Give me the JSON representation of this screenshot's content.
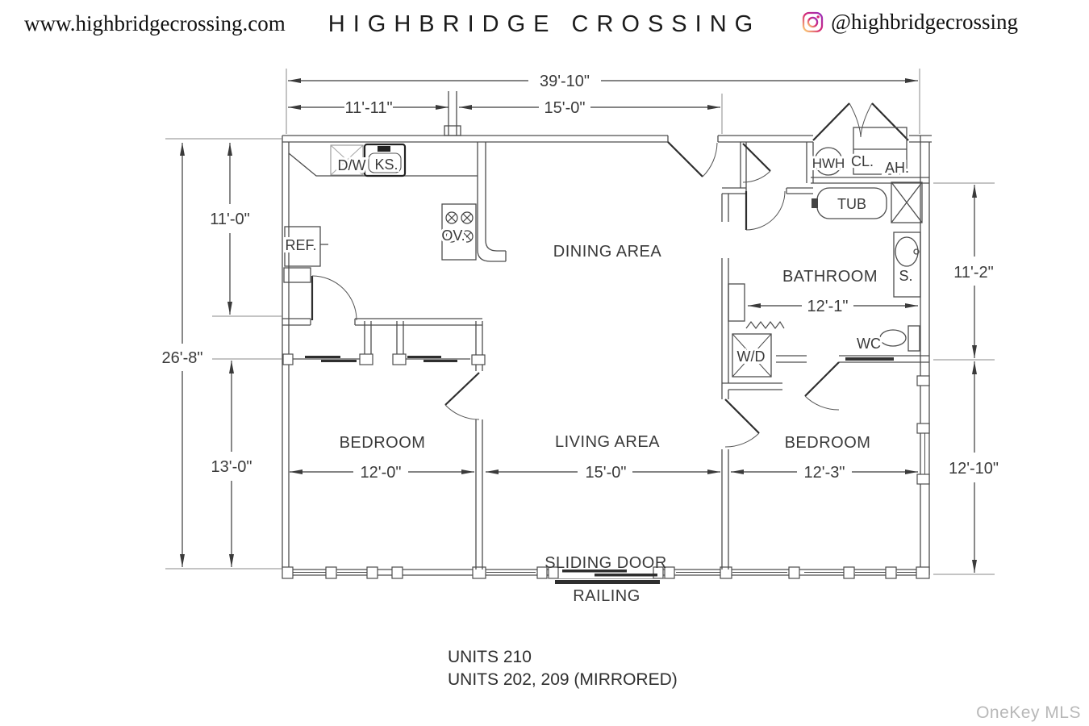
{
  "header": {
    "website": "www.highbridgecrossing.com",
    "brand": "HIGHBRIDGE CROSSING",
    "instagram_handle": "@highbridgecrossing"
  },
  "plan": {
    "rooms": {
      "dining": "DINING AREA",
      "bathroom": "BATHROOM",
      "bedroom_left": "BEDROOM",
      "living": "LIVING AREA",
      "bedroom_right": "BEDROOM"
    },
    "fixtures": {
      "dishwasher": "D/W",
      "kitchen_sink": "KS.",
      "refrigerator": "REF.",
      "oven": "OV.",
      "water_heater": "HWH",
      "closet": "CL.",
      "air_handler": "AH.",
      "tub": "TUB",
      "sink": "S.",
      "toilet": "WC",
      "washer_dryer": "W/D"
    },
    "features": {
      "sliding_door": "SLIDING DOOR",
      "railing": "RAILING"
    },
    "dims": {
      "total_width": "39'-10\"",
      "kitchen_width": "11'-11\"",
      "dining_width": "15'-0\"",
      "total_depth": "26'-8\"",
      "kitchen_depth": "11'-0\"",
      "bedroom_left_depth": "13'-0\"",
      "bath_zone_depth": "11'-2\"",
      "bedroom_right_depth": "12'-10\"",
      "bathroom_width": "12'-1\"",
      "bedroom_left_width": "12'-0\"",
      "living_width": "15'-0\"",
      "bedroom_right_width": "12'-3\""
    }
  },
  "footer": {
    "line1": "UNITS 210",
    "line2": "UNITS 202, 209 (MIRRORED)"
  },
  "watermark": "OneKey MLS"
}
